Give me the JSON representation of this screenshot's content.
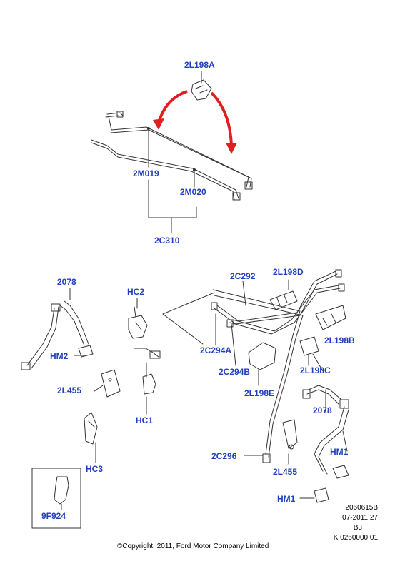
{
  "callouts": {
    "l_2l198a": "2L198A",
    "l_2m019": "2M019",
    "l_2m020": "2M020",
    "l_2c310": "2C310",
    "l_2078_left": "2078",
    "l_hc2": "HC2",
    "l_2c292": "2C292",
    "l_2l198d": "2L198D",
    "l_2c294a": "2C294A",
    "l_2l198b": "2L198B",
    "l_hm2": "HM2",
    "l_2c294b": "2C294B",
    "l_2l198c": "2L198C",
    "l_2l455_left": "2L455",
    "l_2l198e": "2L198E",
    "l_2078_right": "2078",
    "l_hc1": "HC1",
    "l_hm1_upper": "HM1",
    "l_2c296": "2C296",
    "l_hc3": "HC3",
    "l_2l455_right": "2L455",
    "l_hm1_lower": "HM1",
    "l_9f924": "9F924"
  },
  "meta": {
    "line1": "2060615B",
    "line2": "07-2011 27",
    "line3": "B3",
    "line4": "K 0260000 01"
  },
  "copyright": "©Copyright, 2011, Ford Motor Company Limited",
  "colors": {
    "label": "#1f3fbf",
    "arrow": "#e02020",
    "line": "#333333"
  }
}
